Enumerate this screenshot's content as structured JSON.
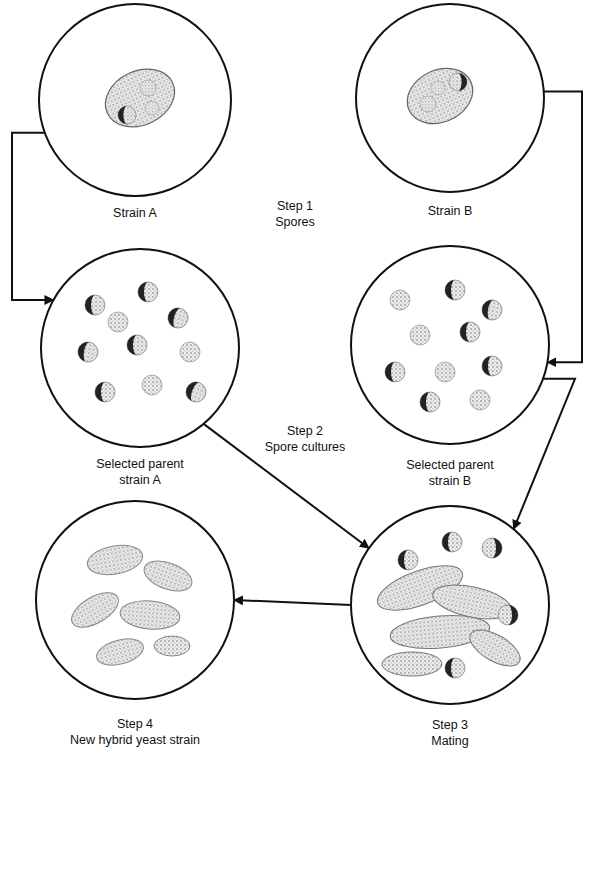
{
  "diagram": {
    "nodes": [
      {
        "text": [
          "Strain A"
        ]
      },
      {
        "text": [
          "Strain B"
        ]
      },
      {
        "text": [
          "Selected parent strain A"
        ]
      },
      {
        "text": [
          "Selected parent strain B"
        ]
      },
      {
        "text": [
          "Step 3",
          "Mating"
        ]
      },
      {
        "text": [
          "Step 4",
          "New hybrid yeast strain"
        ]
      }
    ],
    "edges": [
      {
        "from": 0,
        "to": 2,
        "arrow": "to"
      },
      {
        "from": 1,
        "to": 3,
        "arrow": "to"
      },
      {
        "from": 2,
        "to": 4,
        "arrow": "to"
      },
      {
        "from": 3,
        "to": 4,
        "arrow": "to"
      },
      {
        "from": 4,
        "to": 5,
        "arrow": "to"
      }
    ],
    "labels": [
      "Step 1",
      "Spores",
      "Step 2",
      "Spore cultures"
    ]
  }
}
